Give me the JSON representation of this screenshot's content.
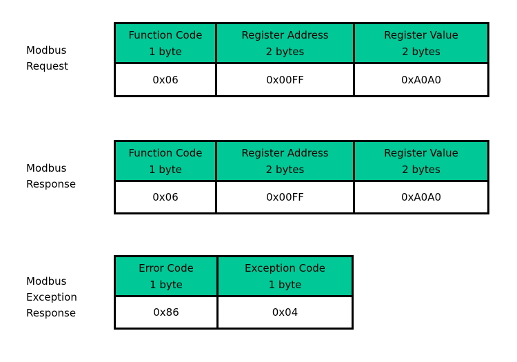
{
  "colors": {
    "header_bg": "#00c896",
    "border": "#000000",
    "text": "#000000",
    "background": "#ffffff"
  },
  "tables": [
    {
      "label_lines": [
        "Modbus",
        "Request"
      ],
      "columns": [
        {
          "title": "Function Code",
          "size": "1 byte",
          "value": "0x06"
        },
        {
          "title": "Register Address",
          "size": "2 bytes",
          "value": "0x00FF"
        },
        {
          "title": "Register Value",
          "size": "2 bytes",
          "value": "0xA0A0"
        }
      ]
    },
    {
      "label_lines": [
        "Modbus",
        "Response"
      ],
      "columns": [
        {
          "title": "Function Code",
          "size": "1 byte",
          "value": "0x06"
        },
        {
          "title": "Register Address",
          "size": "2 bytes",
          "value": "0x00FF"
        },
        {
          "title": "Register Value",
          "size": "2 bytes",
          "value": "0xA0A0"
        }
      ]
    },
    {
      "label_lines": [
        "Modbus",
        "Exception",
        "Response"
      ],
      "columns": [
        {
          "title": "Error Code",
          "size": "1 byte",
          "value": "0x86"
        },
        {
          "title": "Exception Code",
          "size": "1 byte",
          "value": "0x04"
        }
      ]
    }
  ]
}
